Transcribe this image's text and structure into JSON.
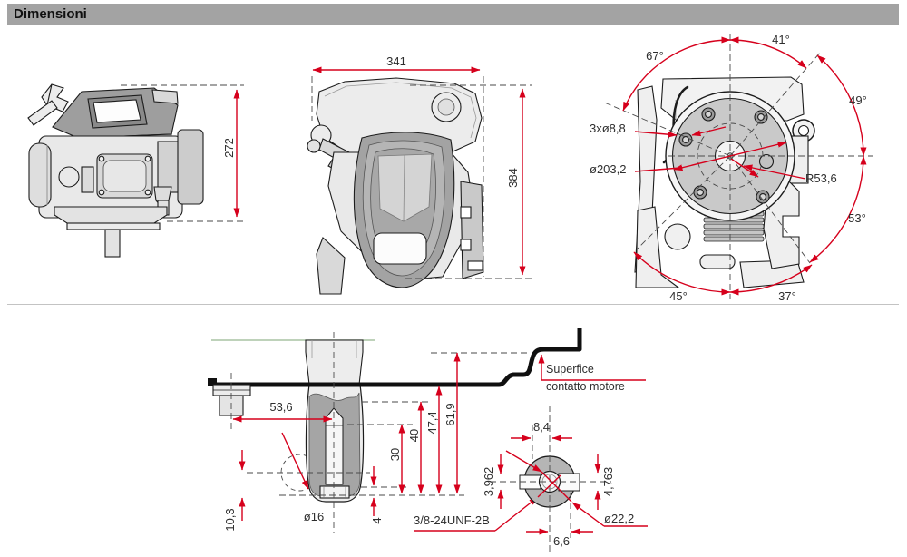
{
  "header": {
    "title": "Dimensioni"
  },
  "colors": {
    "accent_red": "#d6001c",
    "surface_green": "#a9c4a4",
    "header_gray": "#a3a3a3",
    "flywheel_gray": "#c9c9c9"
  },
  "side_view": {
    "height": "272"
  },
  "top_view": {
    "width": "341",
    "depth": "384"
  },
  "flywheel_view": {
    "angle_top_left": "67°",
    "angle_top_right": "41°",
    "angle_right_upper": "49°",
    "angle_right_lower": "53°",
    "angle_bottom_right": "37°",
    "angle_bottom_left": "45°",
    "bolt_holes": "3xø8,8",
    "flywheel_diameter": "ø203,2",
    "bolt_circle_radius": "R53,6"
  },
  "shaft_section": {
    "pto_offset": "53,6",
    "depth_a": "30",
    "depth_b": "40",
    "depth_c": "47,4",
    "depth_d": "61,9",
    "crank_offset": "10,3",
    "pilot_diameter": "ø16",
    "lip_height": "4",
    "thread_spec": "3/8-24UNF-2B",
    "surface_note_line1": "Superfice",
    "surface_note_line2": "contatto motore"
  },
  "shaft_end_view": {
    "key_top": "8,4",
    "key_bottom": "6,6",
    "slot_left": "3,962",
    "slot_right": "4,763",
    "shaft_diameter": "ø22,2"
  }
}
